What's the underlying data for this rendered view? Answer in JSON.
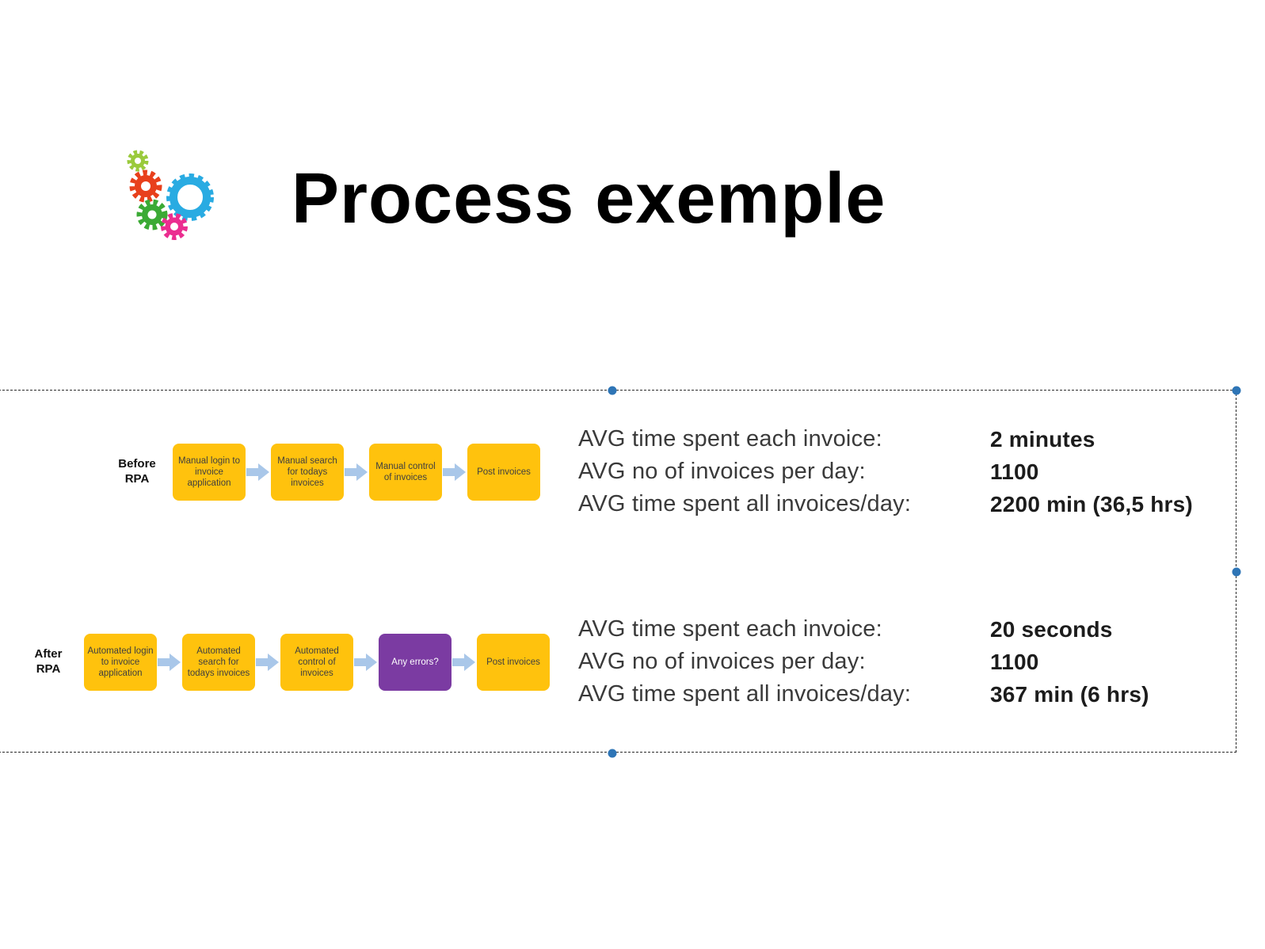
{
  "slide": {
    "title": "Process exemple"
  },
  "flows": [
    {
      "label": "Before RPA",
      "steps": [
        {
          "text": "Manual login to invoice application",
          "color": "yellow"
        },
        {
          "text": "Manual search for todays invoices",
          "color": "yellow"
        },
        {
          "text": "Manual control of invoices",
          "color": "yellow"
        },
        {
          "text": "Post invoices",
          "color": "yellow"
        }
      ],
      "stats": [
        {
          "label": "AVG time spent each invoice:",
          "value": "2 minutes"
        },
        {
          "label": "AVG no of invoices per day:",
          "value": "1100"
        },
        {
          "label": "AVG time spent all invoices/day:",
          "value": "2200 min (36,5 hrs)"
        }
      ]
    },
    {
      "label": "After RPA",
      "steps": [
        {
          "text": "Automated login to invoice application",
          "color": "yellow"
        },
        {
          "text": "Automated search for todays invoices",
          "color": "yellow"
        },
        {
          "text": "Automated control of invoices",
          "color": "yellow"
        },
        {
          "text": "Any errors?",
          "color": "purple"
        },
        {
          "text": "Post invoices",
          "color": "yellow"
        }
      ],
      "stats": [
        {
          "label": "AVG time spent each invoice:",
          "value": "20 seconds"
        },
        {
          "label": "AVG no of invoices per day:",
          "value": "1100"
        },
        {
          "label": "AVG time spent all invoices/day:",
          "value": "367 min (6 hrs)"
        }
      ]
    }
  ],
  "icons": {
    "gears": "gears-logo-icon",
    "flow_arrow": "flow-arrow-icon"
  },
  "colors": {
    "step_yellow": "#ffc20d",
    "step_purple": "#7b3ba2",
    "arrow_blue": "#a9c7e9",
    "selection_handle_blue": "#2e75b6",
    "gear_lime": "#9aca3c",
    "gear_red": "#e8401c",
    "gear_green": "#3baa35",
    "gear_magenta": "#eb2d90",
    "gear_blue": "#29abe2"
  }
}
